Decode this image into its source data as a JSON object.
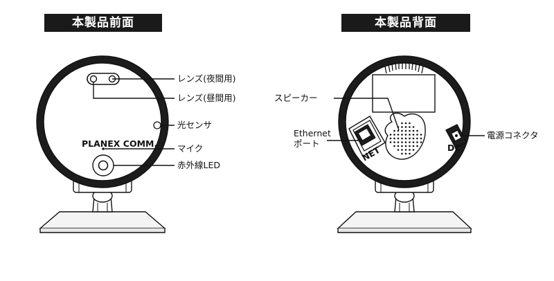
{
  "front": {
    "title": "本製品前面",
    "logo_text": "PLANEX COMM.",
    "labels": {
      "lens_night": "レンズ(夜間用)",
      "lens_day": "レンズ(昼間用)",
      "light_sensor": "光センサ",
      "mic": "マイク",
      "ir_led": "赤外線LED"
    }
  },
  "back": {
    "title": "本製品背面",
    "port_net_mark": "NET",
    "port_dc_mark": "DC",
    "labels": {
      "speaker": "スピーカー",
      "ethernet_line1": "Ethernet",
      "ethernet_line2": "ポート",
      "power_connector": "電源コネクタ"
    }
  }
}
